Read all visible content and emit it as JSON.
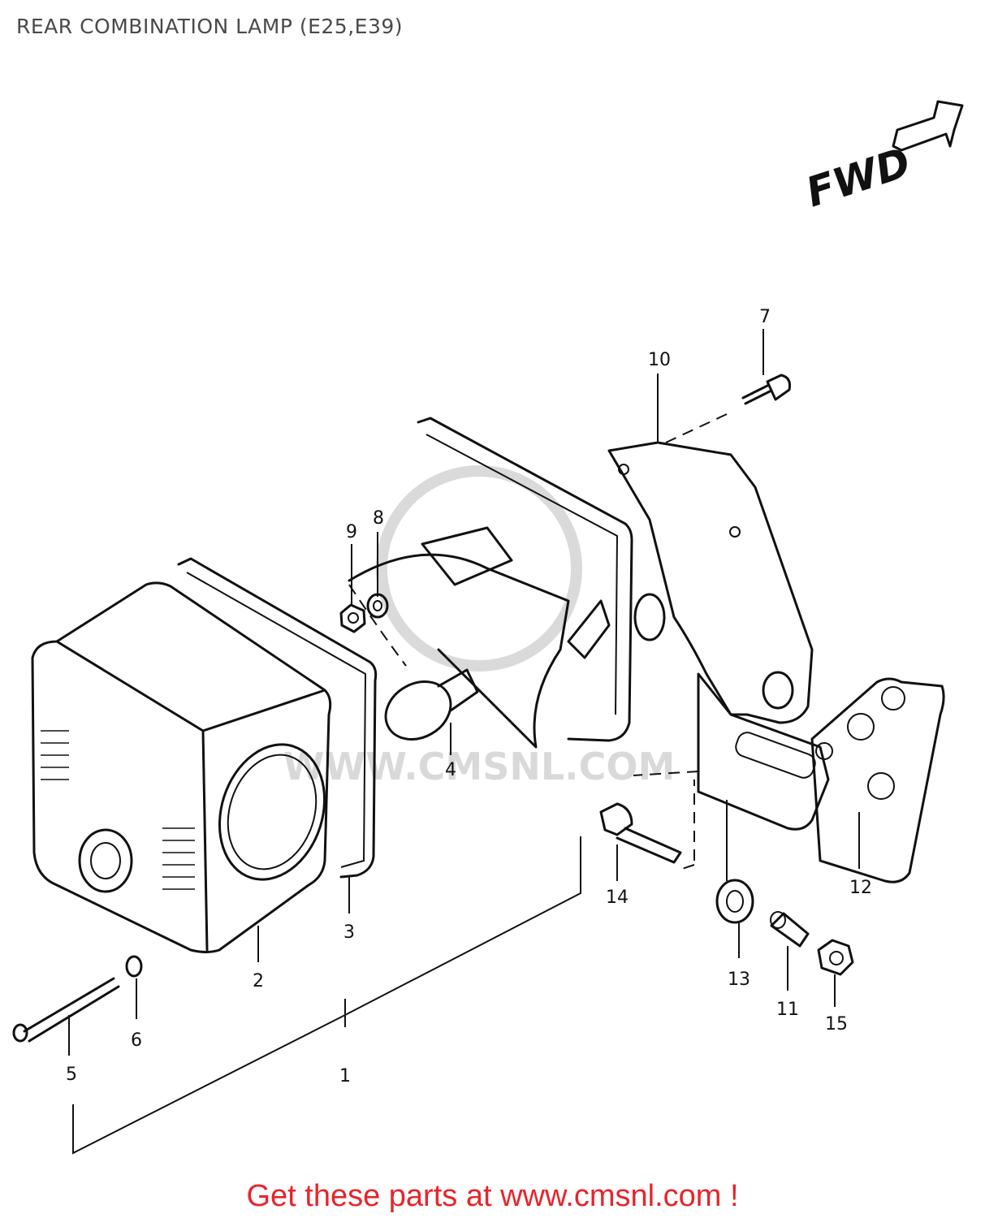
{
  "title": "REAR COMBINATION LAMP (E25,E39)",
  "direction_marker": {
    "label": "FWD",
    "icon": "forward-arrow-icon"
  },
  "watermark": "WWW.CMSNL.COM",
  "callouts": [
    {
      "id": "1",
      "label": "1"
    },
    {
      "id": "2",
      "label": "2"
    },
    {
      "id": "3",
      "label": "3"
    },
    {
      "id": "4",
      "label": "4"
    },
    {
      "id": "5",
      "label": "5"
    },
    {
      "id": "6",
      "label": "6"
    },
    {
      "id": "7",
      "label": "7"
    },
    {
      "id": "8",
      "label": "8"
    },
    {
      "id": "9",
      "label": "9"
    },
    {
      "id": "10",
      "label": "10"
    },
    {
      "id": "11",
      "label": "11"
    },
    {
      "id": "12",
      "label": "12"
    },
    {
      "id": "13",
      "label": "13"
    },
    {
      "id": "14",
      "label": "14"
    },
    {
      "id": "15",
      "label": "15"
    }
  ],
  "footer": {
    "text": "Get these parts at www.cmsnl.com !",
    "color": "#e8242b"
  }
}
